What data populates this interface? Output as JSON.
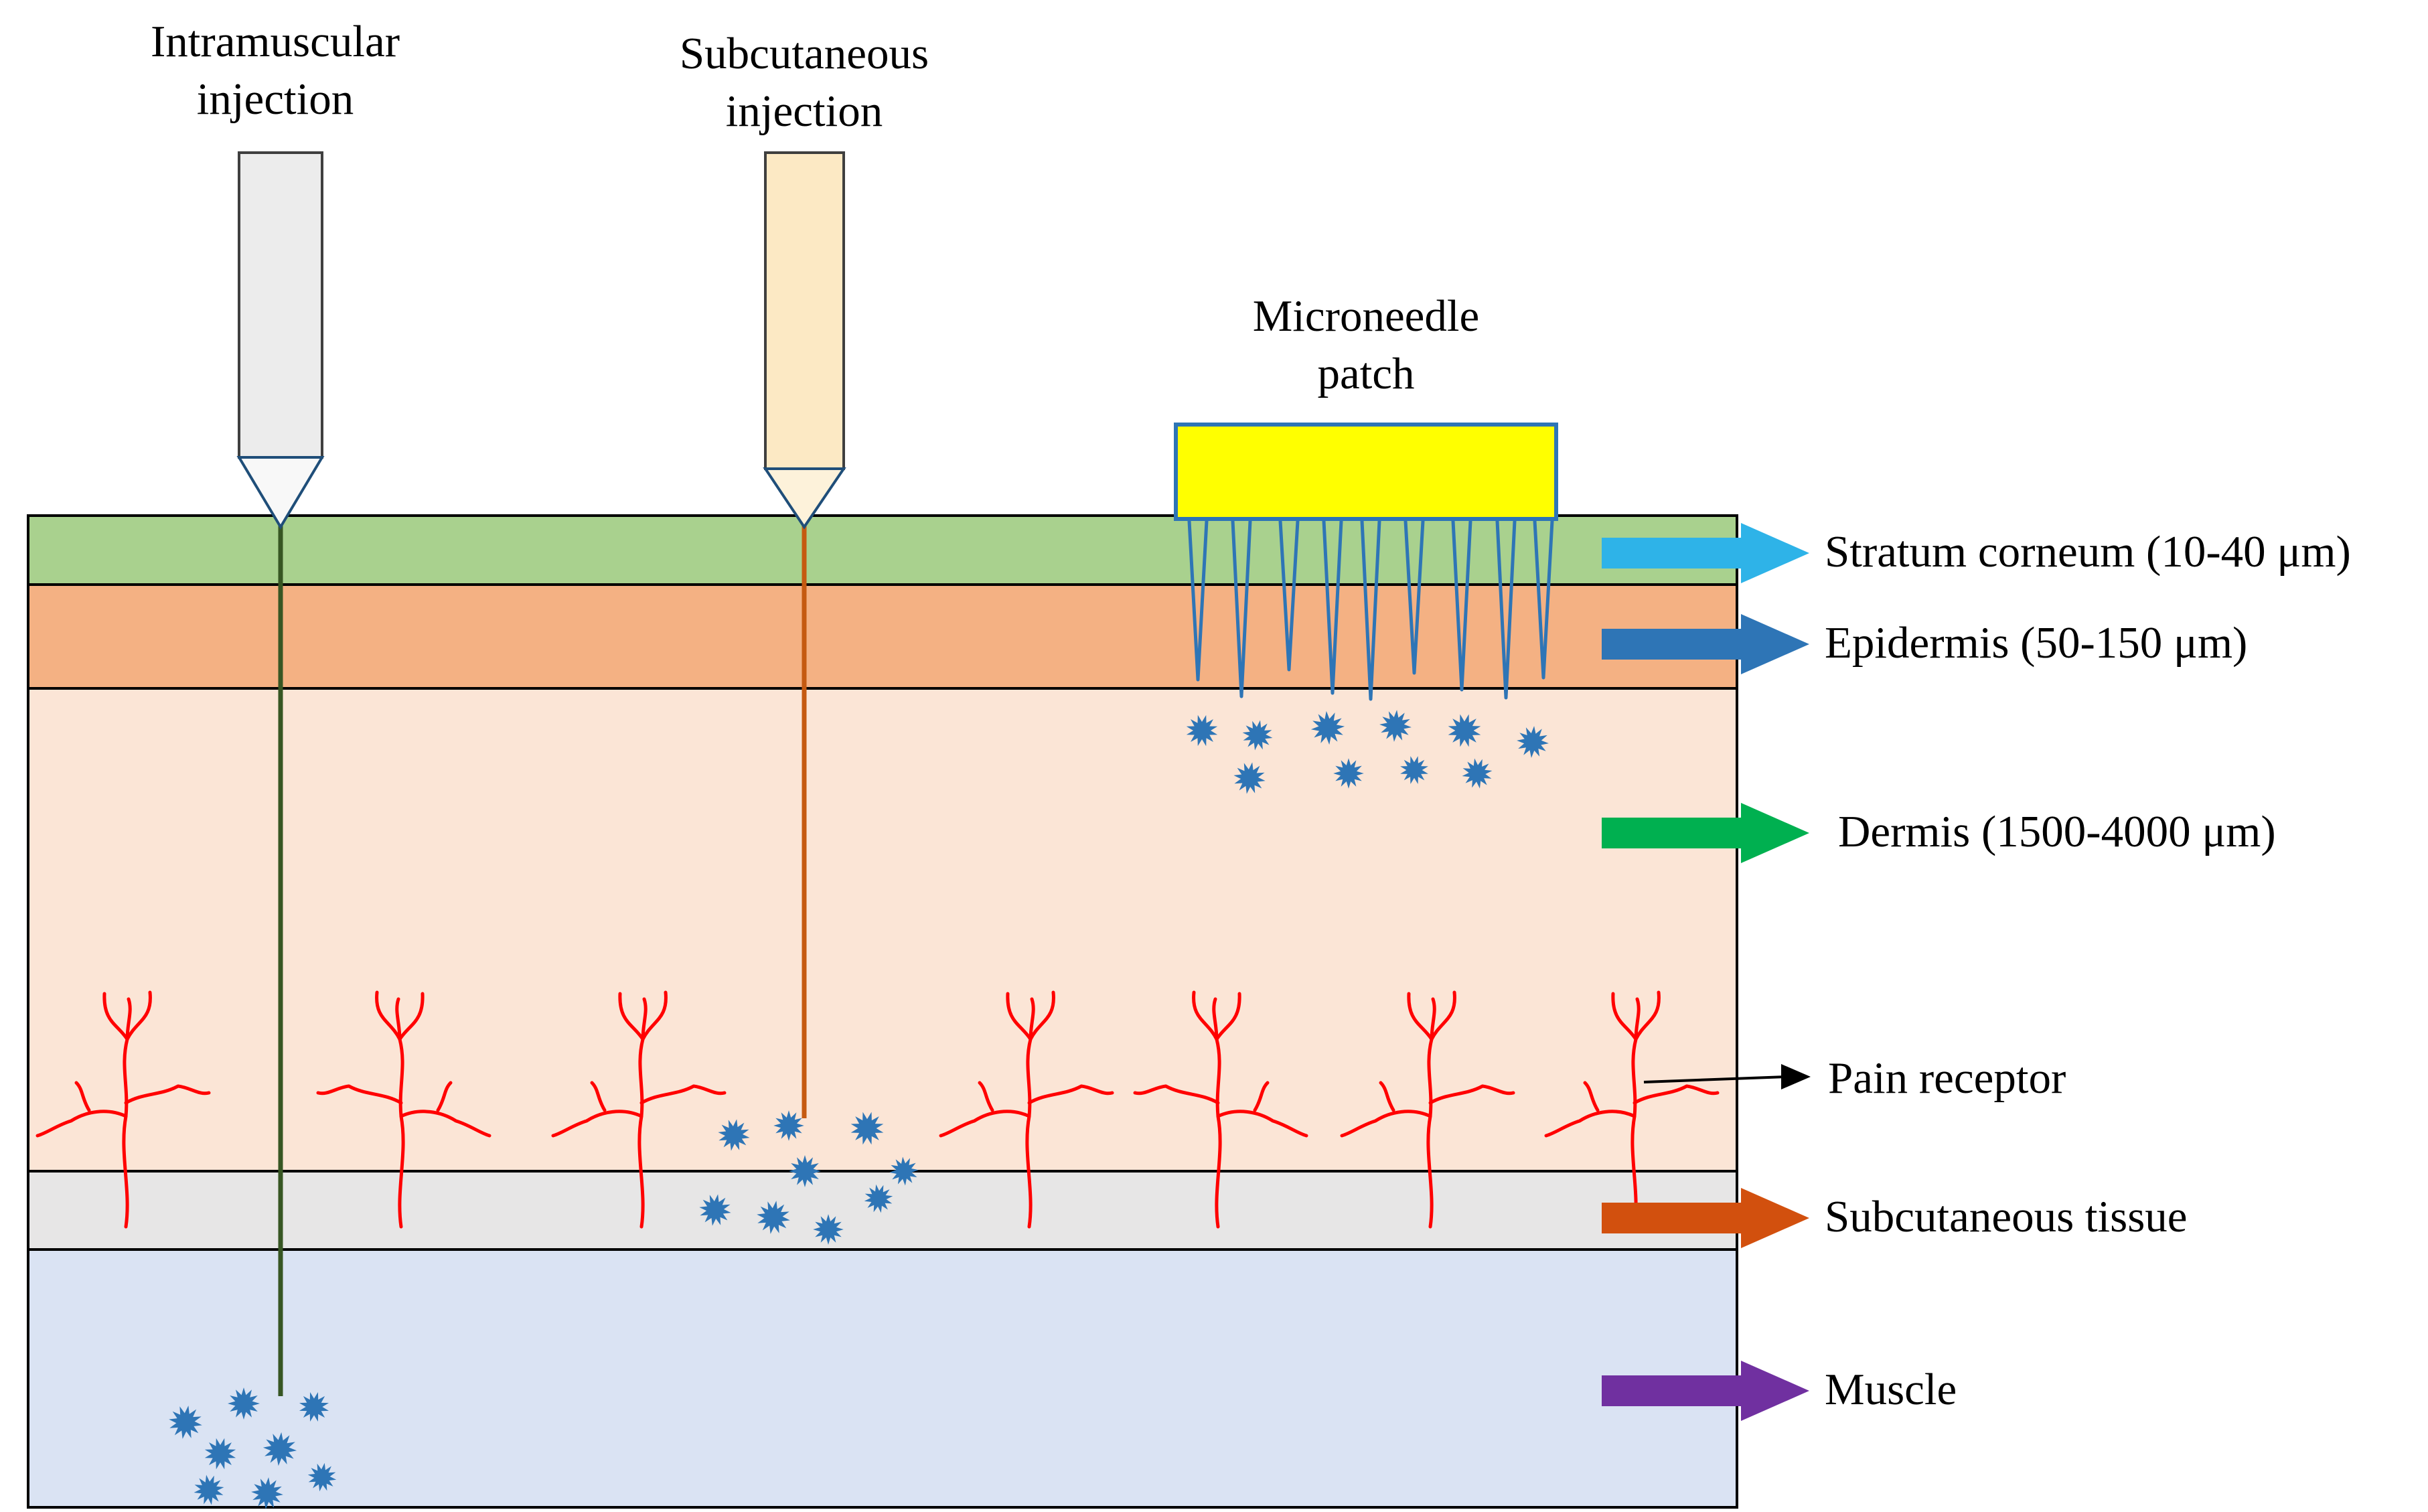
{
  "figure": {
    "labels": {
      "intramuscular": "Intramuscular\ninjection",
      "subcutaneous": "Subcutaneous\ninjection",
      "microneedle": "Microneedle\npatch"
    },
    "annotations": [
      {
        "label": "Stratum corneum (10-40 μm)",
        "color": "#2eb3e8"
      },
      {
        "label": "Epidermis (50-150 μm)",
        "color": "#2e75b6"
      },
      {
        "label": "Dermis (1500-4000 μm)",
        "color": "#00b050"
      },
      {
        "label": "Pain receptor",
        "color": "#000000"
      },
      {
        "label": "Subcutaneous tissue",
        "color": "#d2500e"
      },
      {
        "label": "Muscle",
        "color": "#7030a0"
      }
    ],
    "layers": {
      "stratum_corneum": "#a9d18e",
      "epidermis": "#f4b183",
      "dermis": "#fbe5d6",
      "subcutaneous": "#e7e6e6",
      "muscle": "#dae3f3"
    },
    "elements": {
      "patch_fill": "#ffff00",
      "patch_border": "#2e75b6",
      "microneedle_color": "#2e75b6",
      "particle_color": "#2e75b6",
      "receptor_color": "#ff0000",
      "im_needle_fill": "#ececec",
      "im_needle_tip_fill": "#f8f8f8",
      "im_track_color": "#375623",
      "sc_needle_fill": "#fce9c4",
      "sc_needle_tip_fill": "#fdf2da",
      "sc_track_color": "#c55a11"
    }
  }
}
